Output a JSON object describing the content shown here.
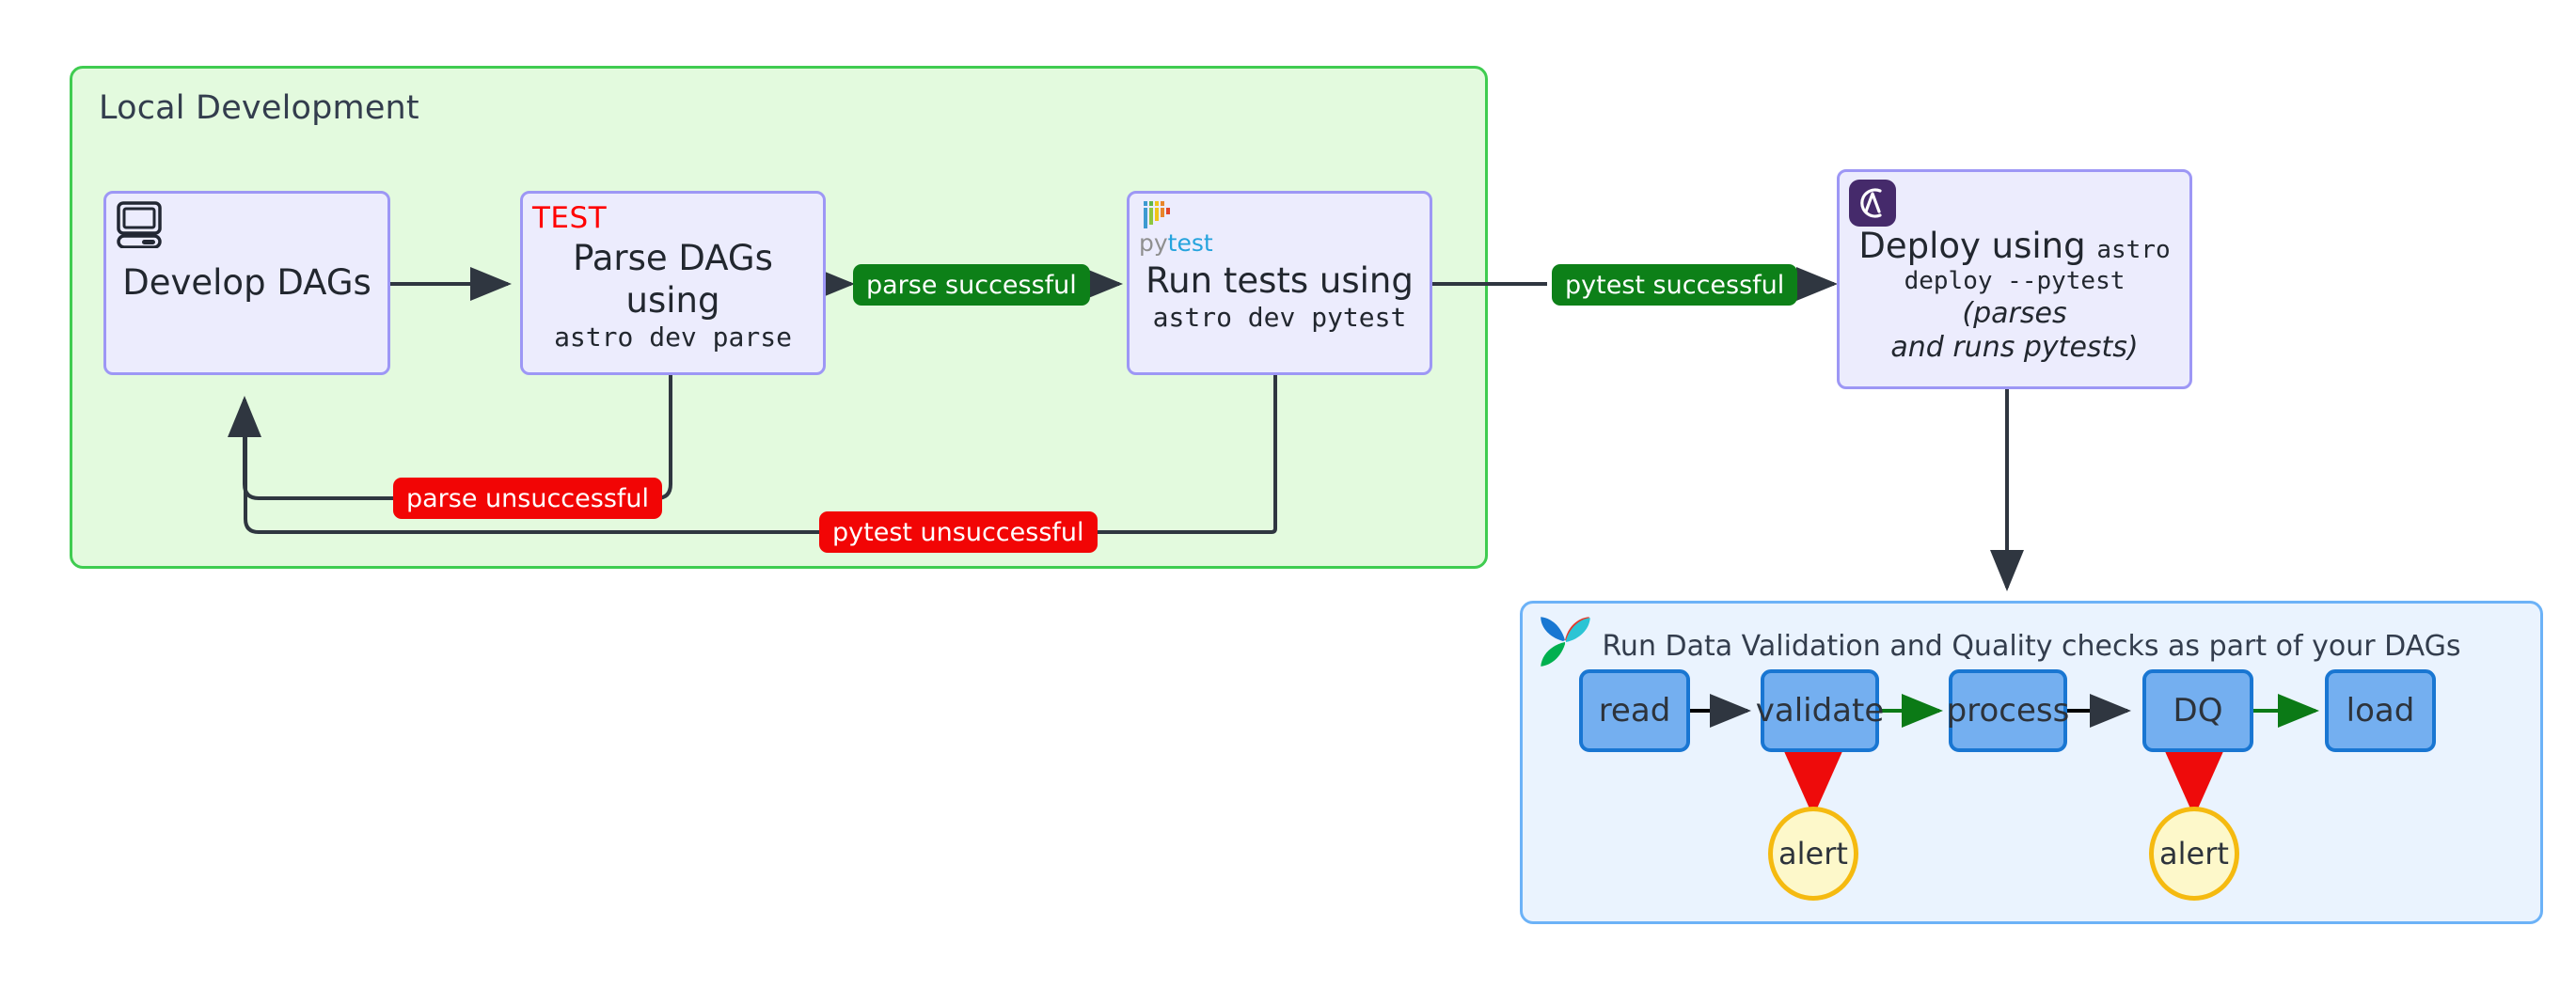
{
  "diagram": {
    "title_local": "Local Development",
    "title_airflow": "Run Data Validation and Quality checks as part of your DAGs"
  },
  "colors": {
    "subgraph_local_fill": "#e3fade",
    "subgraph_local_stroke": "#3fcc50",
    "subgraph_airflow_fill": "#eaf3fe",
    "subgraph_airflow_stroke": "#6cb2f7",
    "node_fill": "#ececfd",
    "node_stroke": "#9d97f5",
    "label_success": "#0d8018",
    "label_failure": "#f20505",
    "task_fill": "#74aff0",
    "task_stroke": "#1976d2",
    "alert_fill": "#fdf8ca",
    "alert_stroke": "#f5ba10",
    "edge_black": "#2f3640",
    "edge_green": "#0b7a16",
    "edge_red": "#ee0b0b",
    "test_tag": "#ff0000",
    "astronomer_purple": "#452a6b"
  },
  "nodes": {
    "develop": {
      "label": "Develop DAGs",
      "icon": "desktop-computer-icon"
    },
    "parse": {
      "tag": "TEST",
      "line1": "Parse DAGs using",
      "line2": "astro dev parse"
    },
    "pytest": {
      "icon_word_py": "py",
      "icon_word_test": "test",
      "line1": "Run tests using",
      "line2": "astro dev pytest"
    },
    "deploy": {
      "icon": "astronomer-logo-icon",
      "line1_a": "Deploy using ",
      "line1_b": "astro",
      "line2_a": "deploy --pytest ",
      "line2_b": "(parses",
      "line3": "and runs pytests)"
    }
  },
  "edge_labels": {
    "parse_successful": "parse successful",
    "pytest_successful": "pytest successful",
    "parse_unsuccessful": "parse unsuccessful",
    "pytest_unsuccessful": "pytest unsuccessful"
  },
  "airflow_tasks": [
    {
      "id": "read",
      "label": "read"
    },
    {
      "id": "validate",
      "label": "validate"
    },
    {
      "id": "process",
      "label": "process"
    },
    {
      "id": "dq",
      "label": "DQ"
    },
    {
      "id": "load",
      "label": "load"
    }
  ],
  "airflow_alerts": [
    {
      "id": "alert-validate",
      "label": "alert"
    },
    {
      "id": "alert-dq",
      "label": "alert"
    }
  ],
  "airflow_edges": [
    {
      "from": "read",
      "to": "validate",
      "color": "black"
    },
    {
      "from": "validate",
      "to": "process",
      "color": "green"
    },
    {
      "from": "process",
      "to": "dq",
      "color": "black"
    },
    {
      "from": "dq",
      "to": "load",
      "color": "green"
    },
    {
      "from": "validate",
      "to": "alert-validate",
      "color": "red"
    },
    {
      "from": "dq",
      "to": "alert-dq",
      "color": "red"
    }
  ]
}
